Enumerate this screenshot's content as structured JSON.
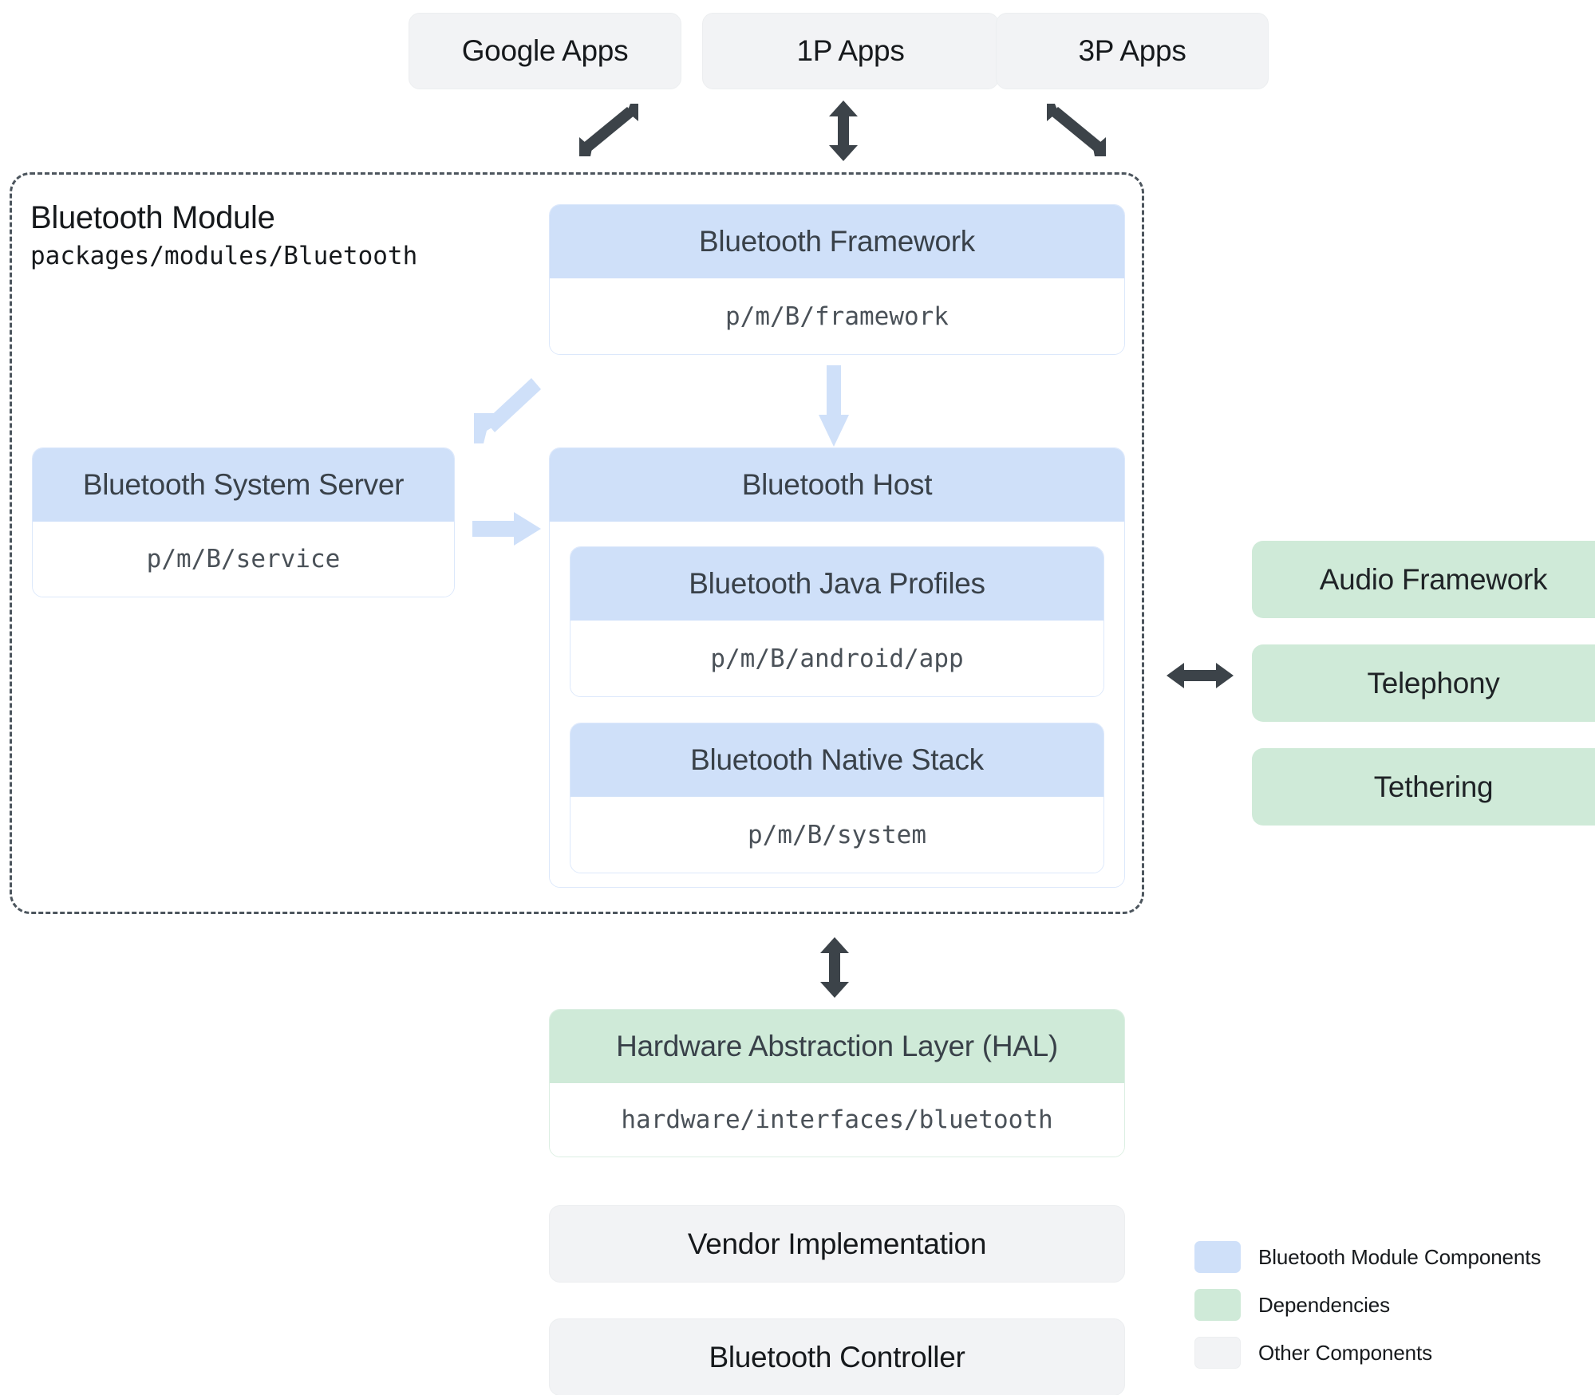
{
  "top_apps": [
    {
      "label": "Google Apps"
    },
    {
      "label": "1P Apps"
    },
    {
      "label": "3P Apps"
    }
  ],
  "module": {
    "title": "Bluetooth Module",
    "path": "packages/modules/Bluetooth"
  },
  "components": {
    "framework": {
      "title": "Bluetooth Framework",
      "path": "p/m/B/framework"
    },
    "system_server": {
      "title": "Bluetooth System Server",
      "path": "p/m/B/service"
    },
    "host": {
      "title": "Bluetooth Host"
    },
    "java_profiles": {
      "title": "Bluetooth Java Profiles",
      "path": "p/m/B/android/app"
    },
    "native_stack": {
      "title": "Bluetooth Native Stack",
      "path": "p/m/B/system"
    }
  },
  "dependencies": [
    {
      "label": "Audio Framework"
    },
    {
      "label": "Telephony"
    },
    {
      "label": "Tethering"
    }
  ],
  "hal": {
    "title": "Hardware Abstraction Layer (HAL)",
    "path": "hardware/interfaces/bluetooth"
  },
  "bottom_components": [
    {
      "label": "Vendor Implementation"
    },
    {
      "label": "Bluetooth Controller"
    }
  ],
  "legend": [
    {
      "label": "Bluetooth Module Components",
      "color": "#cfe0f9"
    },
    {
      "label": "Dependencies",
      "color": "#cfead8"
    },
    {
      "label": "Other Components",
      "color": "#f2f3f5"
    }
  ],
  "colors": {
    "module_blue": "#cfe0f9",
    "dependency_green": "#cfead8",
    "other_gray": "#f2f3f5",
    "arrow_dark": "#3c4349",
    "arrow_light_blue": "#cfe0f9"
  },
  "arrows": {
    "google_apps": "double-headed-diagonal-arrow-down-left",
    "first_party_apps": "double-headed-vertical-arrow",
    "third_party_apps": "double-headed-diagonal-arrow-up-right",
    "framework_to_host": "down-arrow",
    "framework_to_service": "diagonal-arrow-down-left",
    "service_to_host": "right-arrow",
    "host_to_dependencies": "double-headed-horizontal-arrow",
    "module_to_hal": "double-headed-vertical-arrow"
  }
}
